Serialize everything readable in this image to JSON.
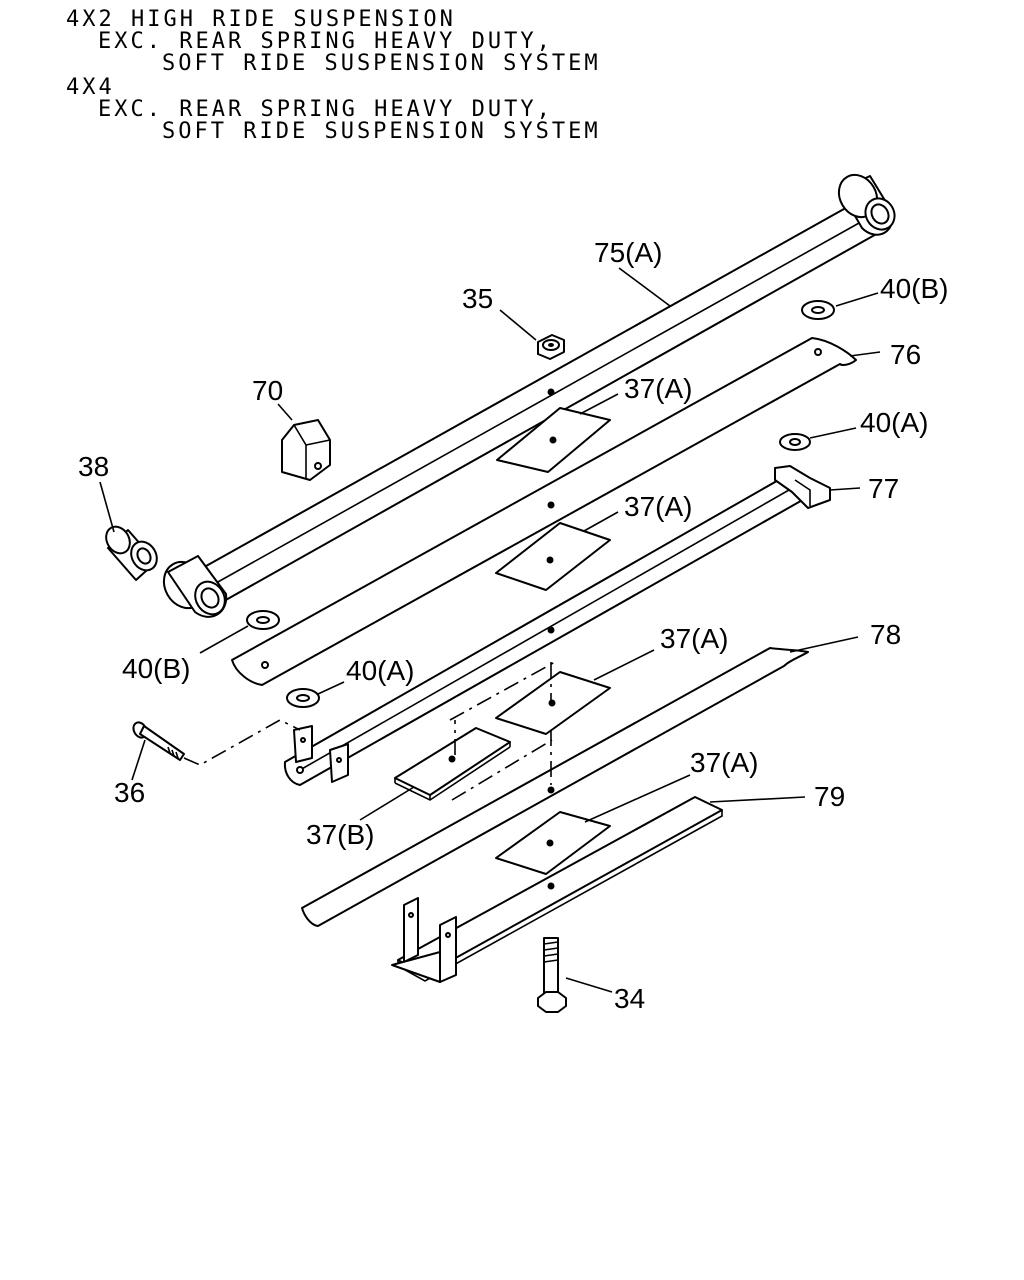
{
  "header": {
    "line1": "4X2 HIGH RIDE SUSPENSION",
    "line2": "EXC. REAR SPRING HEAVY DUTY,",
    "line3": "SOFT RIDE SUSPENSION SYSTEM",
    "line4": "4X4",
    "line5": "EXC. REAR SPRING HEAVY DUTY,",
    "line6": "SOFT RIDE SUSPENSION SYSTEM"
  },
  "callouts": {
    "c75a": "75(A)",
    "c35": "35",
    "c40b_top": "40(B)",
    "c76": "76",
    "c70": "70",
    "c37a_1": "37(A)",
    "c38": "38",
    "c40a_top": "40(A)",
    "c77": "77",
    "c37a_2": "37(A)",
    "c40b_left": "40(B)",
    "c40a_left": "40(A)",
    "c37a_3": "37(A)",
    "c78": "78",
    "c36": "36",
    "c37b": "37(B)",
    "c37a_4": "37(A)",
    "c79": "79",
    "c34": "34"
  }
}
